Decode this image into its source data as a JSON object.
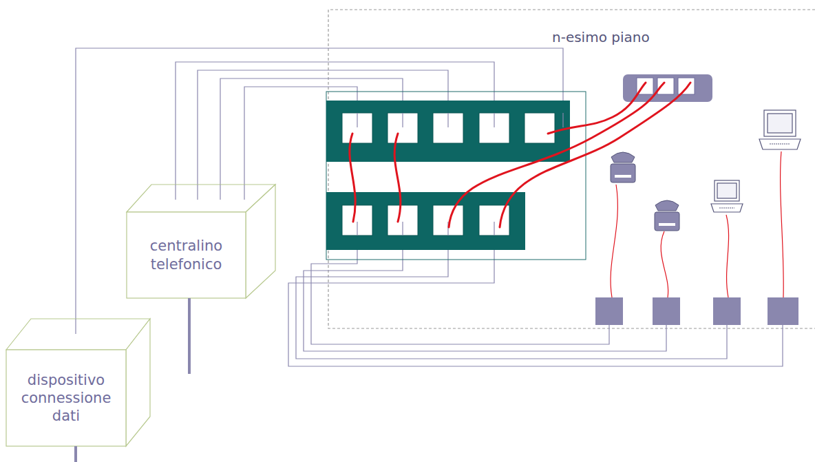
{
  "diagram": {
    "nodes": [
      {
        "text": [
          "centralino telefonico"
        ]
      },
      {
        "text": [
          "dispositivo connessione dati"
        ]
      }
    ],
    "labels": [
      "n-esimo piano"
    ]
  }
}
